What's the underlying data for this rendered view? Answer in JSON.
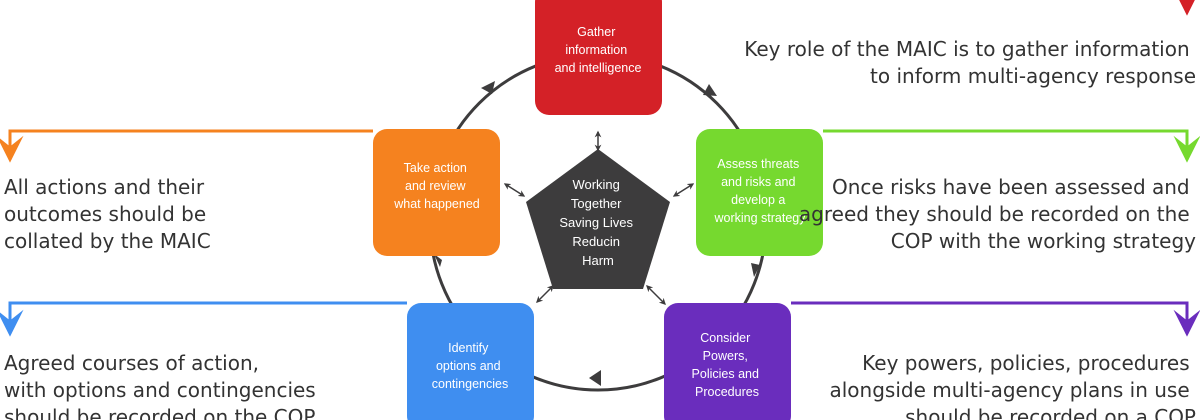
{
  "colors": {
    "red": "#d42127",
    "green": "#76d92f",
    "purple": "#6a2dbd",
    "blue": "#3f8ef0",
    "orange": "#f5821f",
    "center": "#3d3c3d",
    "cycle_line": "#3d3c3d",
    "text": "#333333"
  },
  "center": {
    "lines": [
      "Working",
      "Together",
      "Saving Lives",
      "Reducin",
      "Harm"
    ]
  },
  "steps": [
    {
      "id": "gather",
      "color": "red",
      "lines": [
        "Gather",
        "information",
        "and intelligence"
      ]
    },
    {
      "id": "assess",
      "color": "green",
      "lines": [
        "Assess threats",
        "and risks and",
        "develop a",
        "working strategy"
      ]
    },
    {
      "id": "consider",
      "color": "purple",
      "lines": [
        "Consider",
        "Powers,",
        "Policies and",
        "Procedures"
      ]
    },
    {
      "id": "identify",
      "color": "blue",
      "lines": [
        "Identify",
        "options and",
        "contingencies"
      ]
    },
    {
      "id": "act",
      "color": "orange",
      "lines": [
        "Take action",
        "and review",
        "what happened"
      ]
    }
  ],
  "notes": {
    "gather": [
      "Key role of the MAIC is to gather information",
      "to inform multi-agency response"
    ],
    "assess": [
      "Once risks have been assessed and",
      "agreed they should be recorded on the",
      "COP with the working strategy"
    ],
    "consider": [
      "Key powers, policies, procedures",
      "alongside multi-agency plans in use",
      "should be recorded on a COP"
    ],
    "identify": [
      "Agreed courses of action,",
      "with options and contingencies",
      "should be recorded on the COP"
    ],
    "act": [
      "All actions and their",
      "outcomes should be",
      "collated by the MAIC"
    ]
  },
  "icons": {
    "cycle_arrow": "arrowhead-icon",
    "link_arrow": "double-arrow-icon",
    "note_arrow": "down-arrow-icon"
  }
}
